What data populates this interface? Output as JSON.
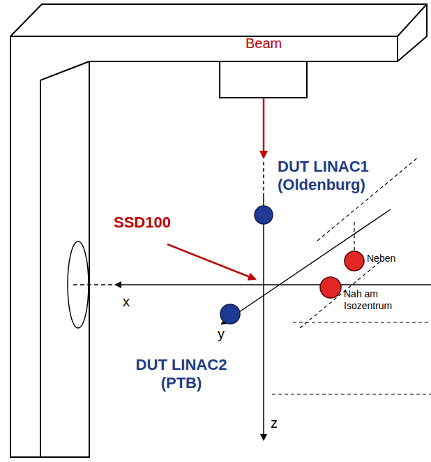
{
  "diagram": {
    "labels": [
      "Beam",
      "DUT LINAC1 (Oldenburg)",
      "SSD100",
      "Neben",
      "x",
      "Nah am Isozentrum",
      "y",
      "DUT LINAC2 (PTB)",
      "z"
    ]
  }
}
